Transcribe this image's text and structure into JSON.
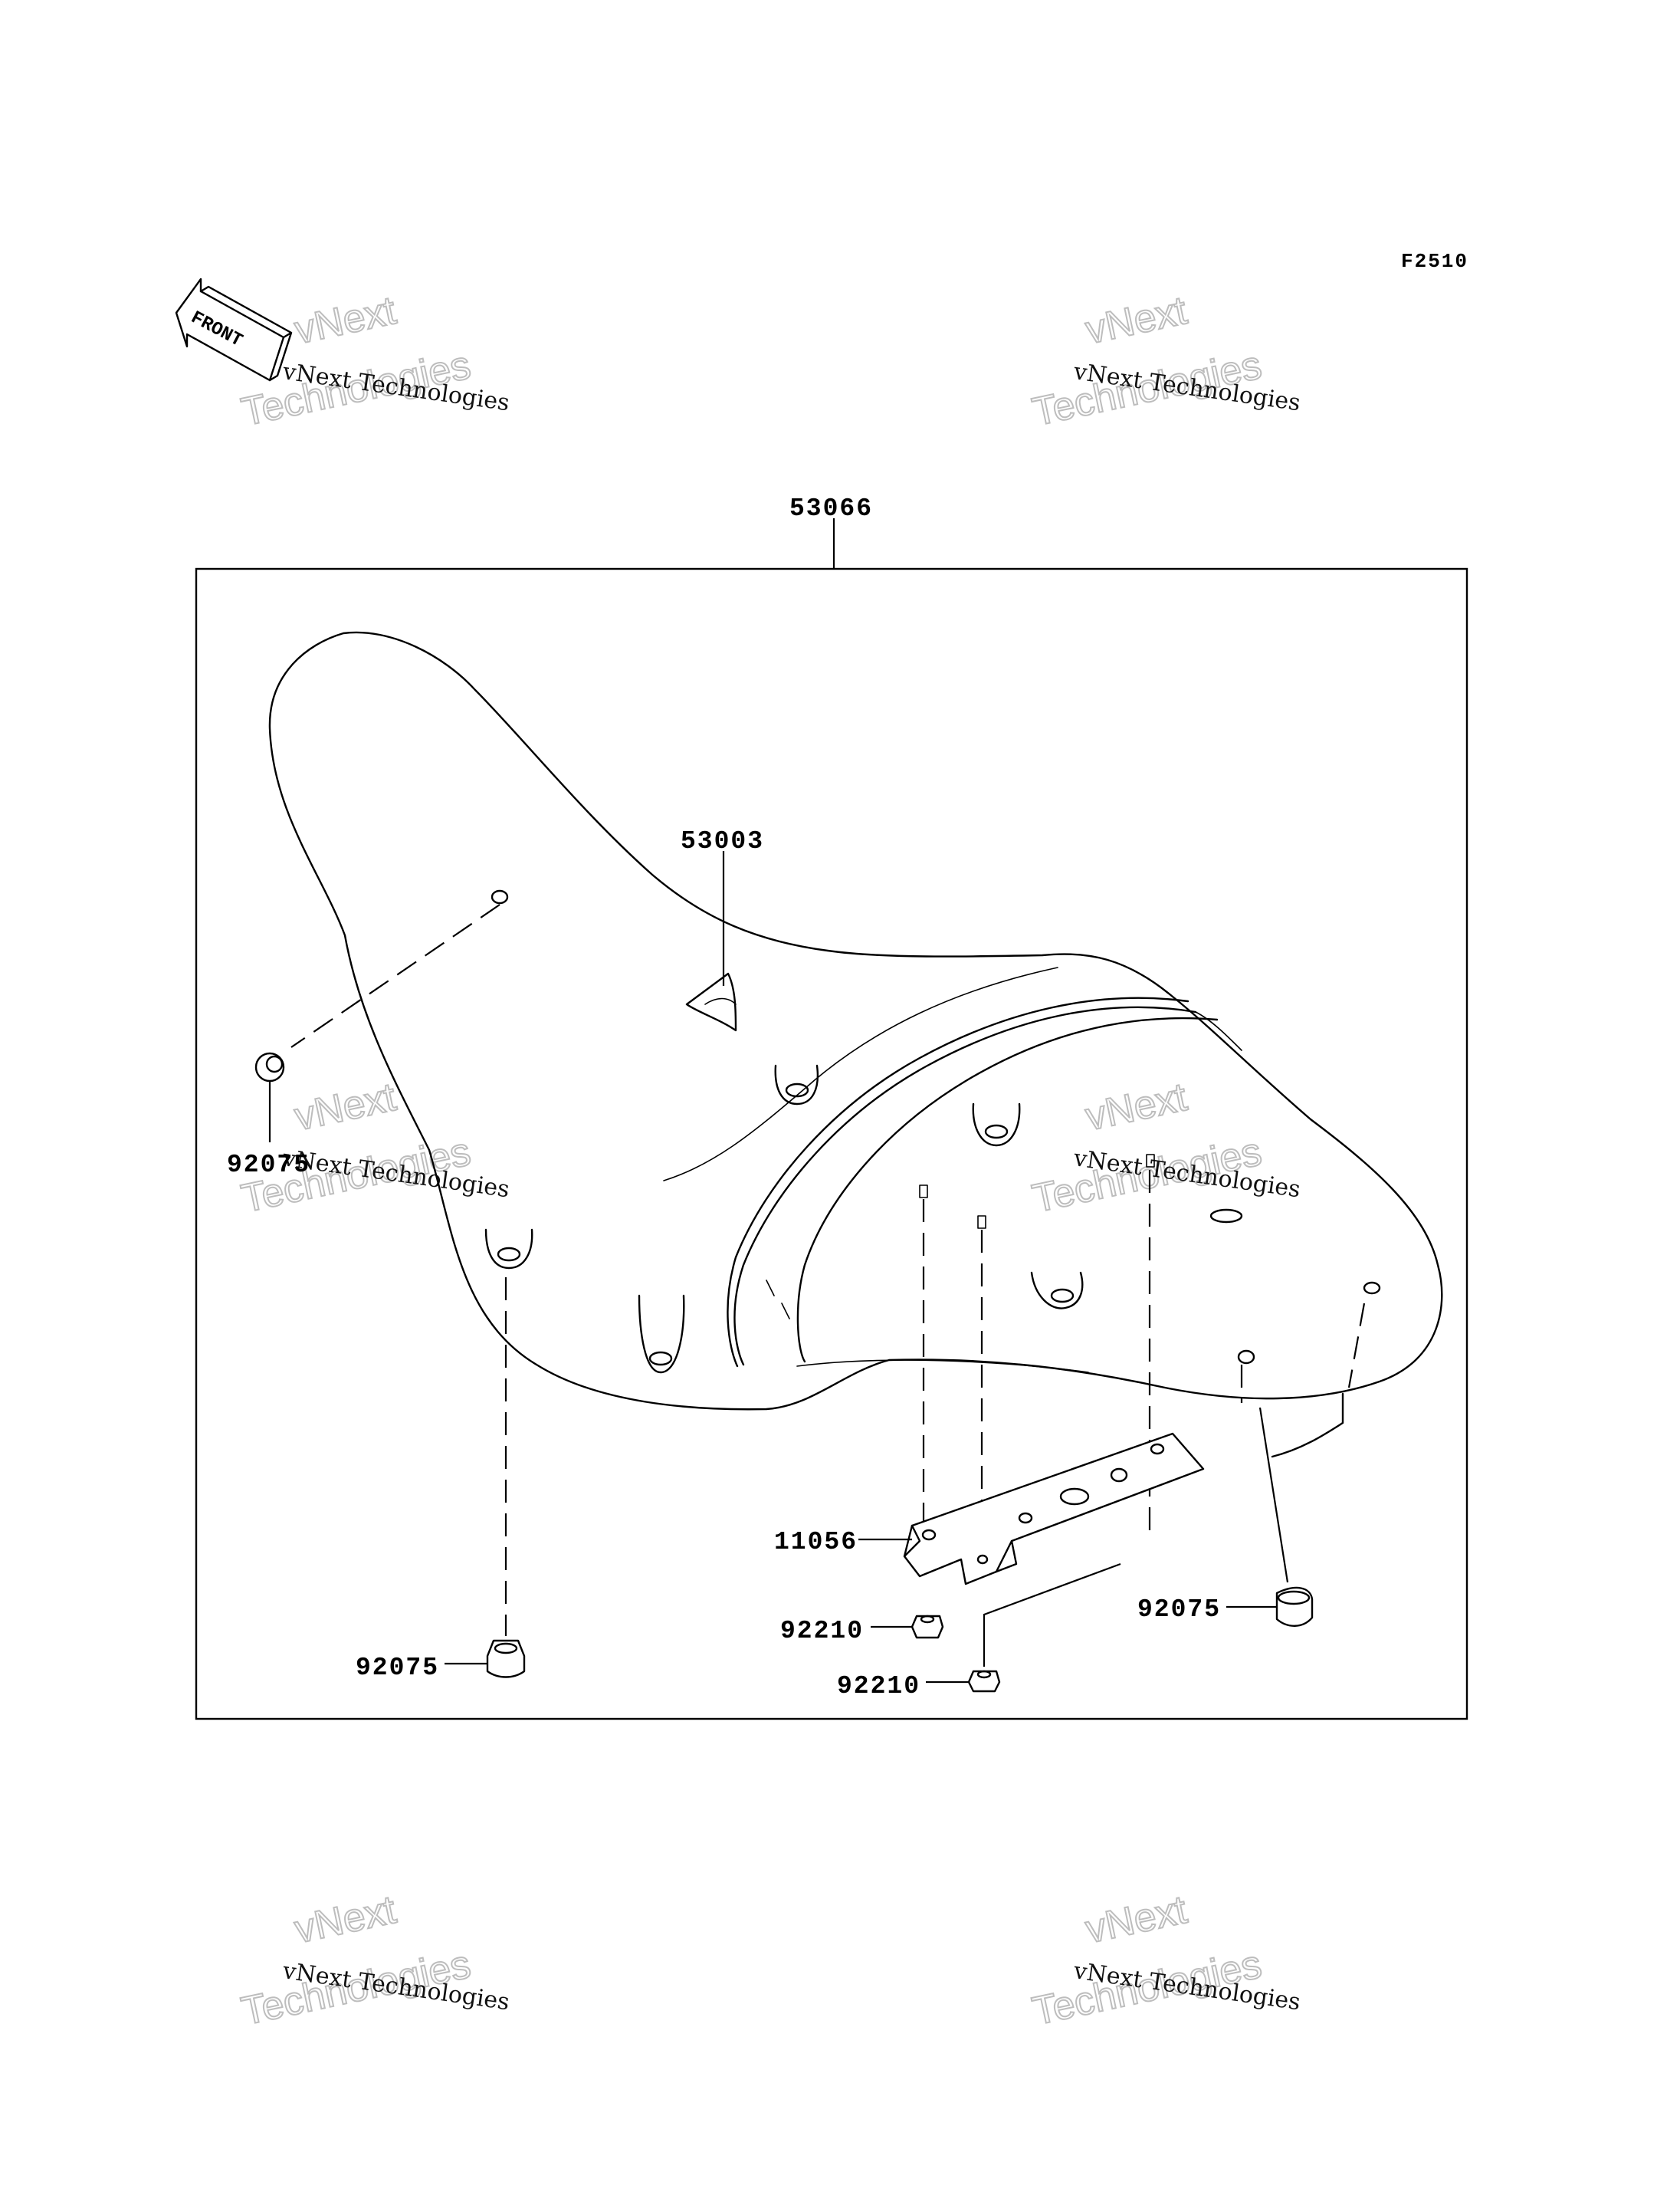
{
  "diagram_code": "F2510",
  "front_label": "FRONT",
  "parts": {
    "seat_assy": "53066",
    "seat_cover": "53003",
    "bracket": "11056",
    "damper_left_upper": "92075",
    "damper_left_lower": "92075",
    "damper_right": "92075",
    "nut_left": "92210",
    "nut_right": "92210"
  },
  "watermarks": [
    {
      "line1": "vNext Technologies",
      "line2": "vNext",
      "line3": "Technologies"
    },
    {
      "line1": "vNext Technologies",
      "line2": "vNext",
      "line3": "Technologies"
    },
    {
      "line1": "vNext Technologies",
      "line2": "vNext",
      "line3": "Technologies"
    },
    {
      "line1": "vNext Technologies",
      "line2": "vNext",
      "line3": "Technologies"
    },
    {
      "line1": "vNext Technologies",
      "line2": "vNext",
      "line3": "Technologies"
    },
    {
      "line1": "vNext Technologies",
      "line2": "vNext",
      "line3": "Technologies"
    }
  ],
  "colors": {
    "line": "#000000",
    "background": "#ffffff",
    "watermark_outline": "#bdbdbd"
  }
}
